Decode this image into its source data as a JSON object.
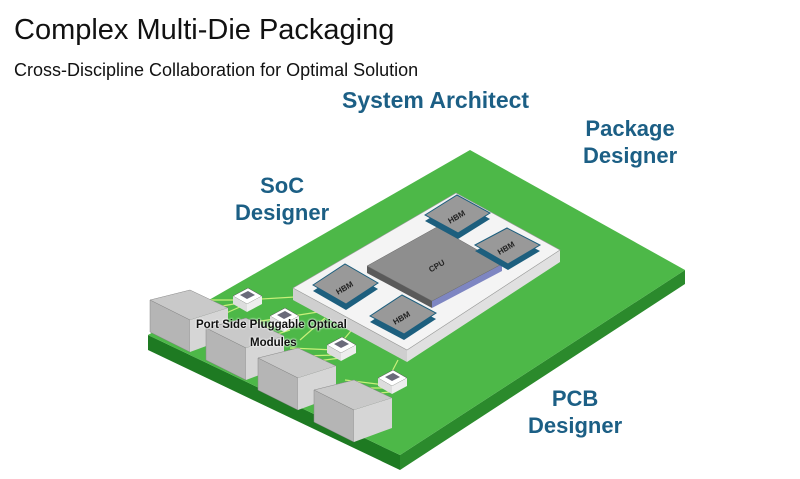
{
  "title": "Complex Multi-Die Packaging",
  "subtitle": "Cross-Discipline Collaboration for Optimal Solution",
  "roles": {
    "system_architect": "System Architect",
    "package_designer": [
      "Package",
      "Designer"
    ],
    "soc_designer": [
      "SoC",
      "Designer"
    ],
    "pcb_designer": [
      "PCB",
      "Designer"
    ]
  },
  "diagram": {
    "cpu_label": "CPU",
    "hbm_label": "HBM",
    "modules_label": [
      "Port Side Pluggable Optical",
      "Modules"
    ],
    "colors": {
      "board": "#4db848",
      "board_edge": "#1e7a22",
      "substrate": "#f2f2f2",
      "die": "#8c8c8c",
      "hbm_edge": "#1d5f7e",
      "title_accent": "#1c5f85"
    }
  }
}
